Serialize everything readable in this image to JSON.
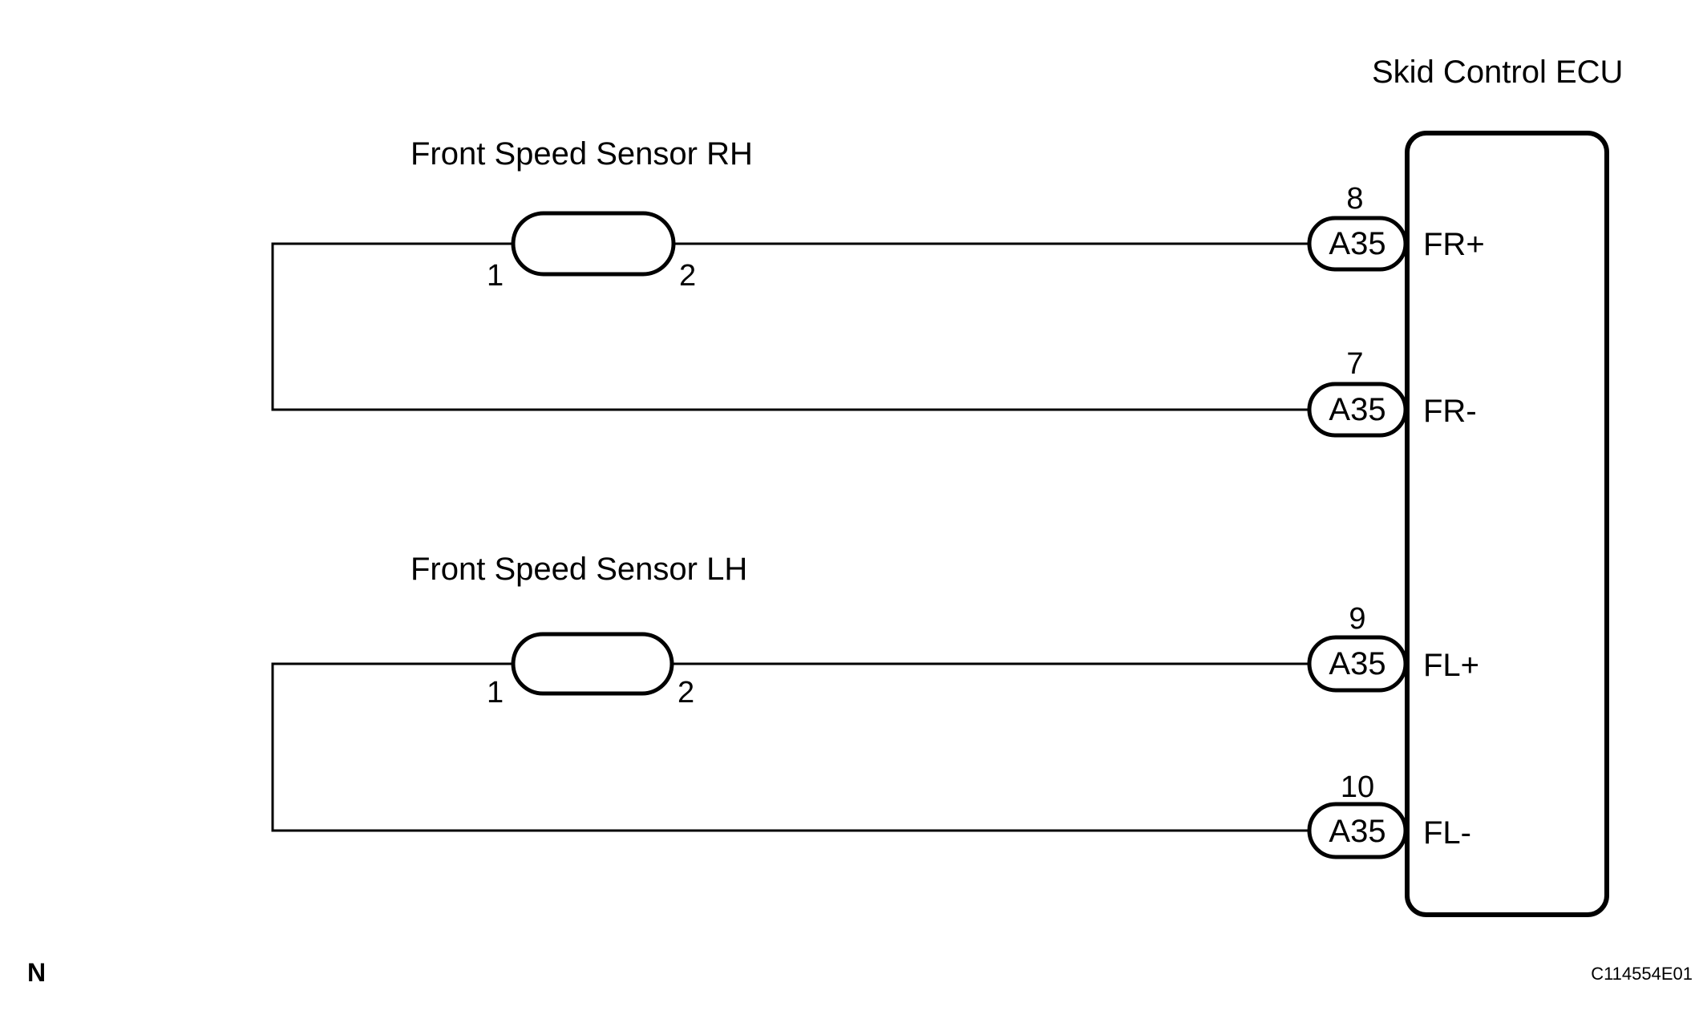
{
  "ecu": {
    "title": "Skid Control ECU"
  },
  "sensors": [
    {
      "title": "Front Speed Sensor RH",
      "pin1": "1",
      "pin2": "2"
    },
    {
      "title": "Front Speed Sensor LH",
      "pin1": "1",
      "pin2": "2"
    }
  ],
  "terminals": [
    {
      "pin": "8",
      "connector": "A35",
      "signal": "FR+"
    },
    {
      "pin": "7",
      "connector": "A35",
      "signal": "FR-"
    },
    {
      "pin": "9",
      "connector": "A35",
      "signal": "FL+"
    },
    {
      "pin": "10",
      "connector": "A35",
      "signal": "FL-"
    }
  ],
  "footer": {
    "left_mark": "N",
    "figure_code": "C114554E01"
  }
}
